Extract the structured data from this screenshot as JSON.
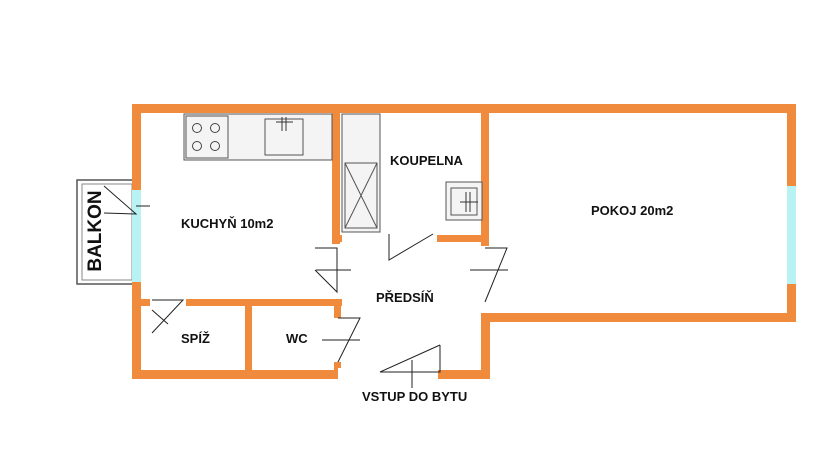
{
  "plan": {
    "colors": {
      "wall": "#f08a3c",
      "window": "#b8f2f2",
      "fixture_fill": "#f4f4f4",
      "outline": "#555555"
    },
    "rooms": {
      "kitchen": "KUCHYŇ 10m2",
      "bathroom": "KOUPELNA",
      "room": "POKOJ 20m2",
      "hall": "PŘEDSÍŇ",
      "pantry": "SPÍŽ",
      "wc": "WC",
      "balcony": "BALKON"
    },
    "entrance": "VSTUP DO BYTU",
    "icons": [
      "stove-icon",
      "sink-icon",
      "shower-icon",
      "washbasin-icon",
      "door-swing-icon"
    ]
  }
}
